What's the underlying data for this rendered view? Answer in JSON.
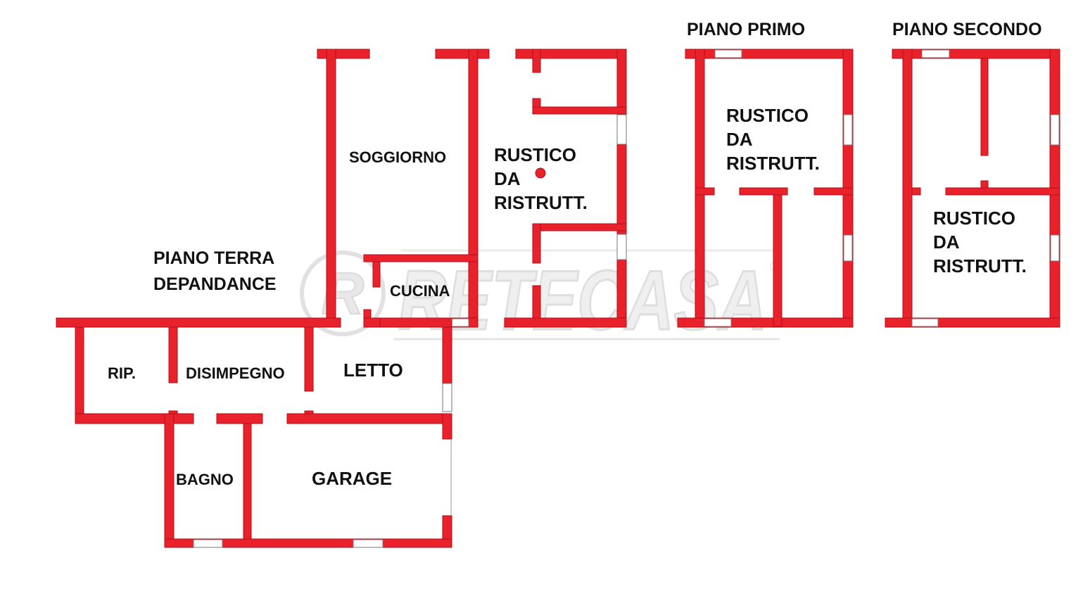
{
  "colors": {
    "wall": "#e8212a",
    "wall_stroke": "#b01019",
    "window": "#ffffff",
    "label": "#111111",
    "watermark": "#c9c9c9"
  },
  "watermark": {
    "brand": "RETECASA",
    "mark_letter": "R",
    "registered": "®"
  },
  "floors": {
    "terra": {
      "title_line1": "PIANO TERRA",
      "title_line2": "DEPANDANCE"
    },
    "primo": {
      "title": "PIANO PRIMO"
    },
    "secondo": {
      "title": "PIANO SECONDO"
    }
  },
  "rooms": {
    "soggiorno": "SOGGIORNO",
    "cucina": "CUCINA",
    "rustico_main": [
      "RUSTICO",
      "DA",
      "RISTRUTT."
    ],
    "rip": "RIP.",
    "disimpegno": "DISIMPEGNO",
    "letto": "LETTO",
    "bagno": "BAGNO",
    "garage": "GARAGE",
    "rustico_primo": [
      "RUSTICO",
      "DA",
      "RISTRUTT."
    ],
    "rustico_secondo": [
      "RUSTICO",
      "DA",
      "RISTRUTT."
    ]
  }
}
